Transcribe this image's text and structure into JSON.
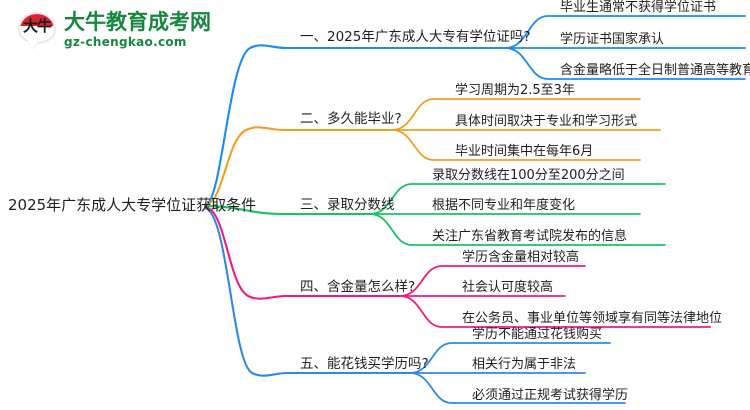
{
  "logo": {
    "mark_text": "大牛",
    "title": "大牛教育成考网",
    "url": "gz-chengkao.com",
    "brand_green": "#17873f",
    "brand_red": "#d9232e"
  },
  "mindmap": {
    "root": {
      "label": "2025年广东成人大专学位证获取条件"
    },
    "branches": [
      {
        "index": "1",
        "label": "一、2025年广东成人大专有学位证吗?",
        "color": "#1b8cf5",
        "leaves": [
          "毕业生通常不获得学位证书",
          "学历证书国家承认",
          "含金量略低于全日制普通高等教育"
        ]
      },
      {
        "index": "2",
        "label": "二、多久能毕业?",
        "color": "#f0a020",
        "leaves": [
          "学习周期为2.5至3年",
          "具体时间取决于专业和学习形式",
          "毕业时间集中在每年6月"
        ]
      },
      {
        "index": "3",
        "label": "三、录取分数线",
        "color": "#16c464",
        "leaves": [
          "录取分数线在100分至200分之间",
          "根据不同专业和年度变化",
          "关注广东省教育考试院发布的信息"
        ]
      },
      {
        "index": "4",
        "label": "四、含金量怎么样?",
        "color": "#f5197f",
        "leaves": [
          "学历含金量相对较高",
          "社会认可度较高",
          "在公务员、事业单位等领域享有同等法律地位"
        ]
      },
      {
        "index": "5",
        "label": "五、能花钱买学历吗?",
        "color": "#2e8ae6",
        "leaves": [
          "学历不能通过花钱购买",
          "相关行为属于非法",
          "必须通过正规考试获得学历"
        ]
      }
    ]
  }
}
